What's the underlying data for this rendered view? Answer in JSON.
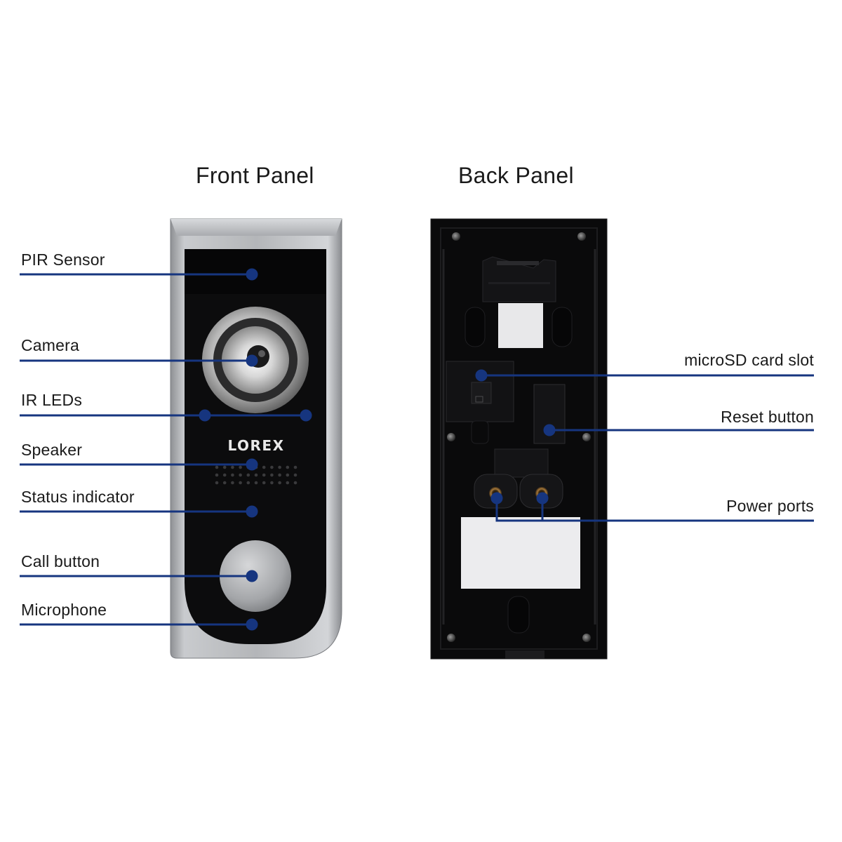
{
  "titles": {
    "front": "Front Panel",
    "back": "Back Panel"
  },
  "front_labels": [
    {
      "id": "pir",
      "text": "PIR Sensor"
    },
    {
      "id": "camera",
      "text": "Camera"
    },
    {
      "id": "irleds",
      "text": "IR LEDs"
    },
    {
      "id": "speaker",
      "text": "Speaker"
    },
    {
      "id": "status",
      "text": "Status indicator"
    },
    {
      "id": "call",
      "text": "Call button"
    },
    {
      "id": "mic",
      "text": "Microphone"
    }
  ],
  "back_labels": [
    {
      "id": "microsd",
      "text": "microSD card slot"
    },
    {
      "id": "reset",
      "text": "Reset button"
    },
    {
      "id": "power",
      "text": "Power ports"
    }
  ],
  "brand": "LOREX",
  "colors": {
    "callout": "#16357f",
    "device_black": "#0b0b0c",
    "device_silver": "#b9bbbe",
    "text": "#1a1a1a"
  }
}
